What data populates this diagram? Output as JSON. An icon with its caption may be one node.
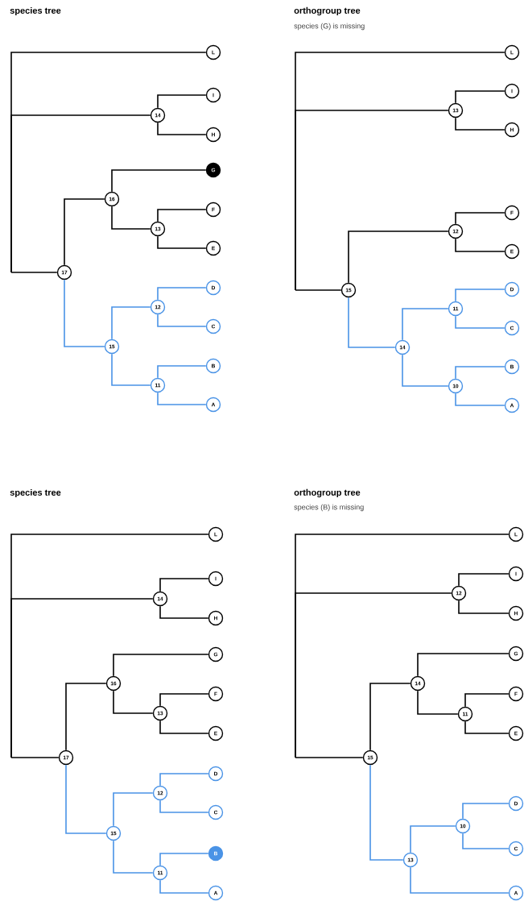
{
  "diagram": {
    "nodes": [
      {
        "text": [
          "L"
        ]
      },
      {
        "text": [
          "I"
        ]
      },
      {
        "text": [
          "14"
        ]
      },
      {
        "text": [
          "H"
        ]
      },
      {
        "text": [
          "G"
        ]
      },
      {
        "text": [
          "16"
        ]
      },
      {
        "text": [
          "F"
        ]
      },
      {
        "text": [
          "13"
        ]
      },
      {
        "text": [
          "E"
        ]
      },
      {
        "text": [
          "17"
        ]
      },
      {
        "text": [
          "D"
        ]
      },
      {
        "text": [
          "12"
        ]
      },
      {
        "text": [
          "C"
        ]
      },
      {
        "text": [
          "15"
        ]
      },
      {
        "text": [
          "B"
        ]
      },
      {
        "text": [
          "11"
        ]
      },
      {
        "text": [
          "A"
        ]
      },
      {
        "text": [
          "L"
        ]
      },
      {
        "text": [
          "I"
        ]
      },
      {
        "text": [
          "13"
        ]
      },
      {
        "text": [
          "H"
        ]
      },
      {
        "text": [
          "F"
        ]
      },
      {
        "text": [
          "12"
        ]
      },
      {
        "text": [
          "E"
        ]
      },
      {
        "text": [
          "15"
        ]
      },
      {
        "text": [
          "D"
        ]
      },
      {
        "text": [
          "11"
        ]
      },
      {
        "text": [
          "C"
        ]
      },
      {
        "text": [
          "14"
        ]
      },
      {
        "text": [
          "B"
        ]
      },
      {
        "text": [
          "10"
        ]
      },
      {
        "text": [
          "A"
        ]
      },
      {
        "text": [
          "L"
        ]
      },
      {
        "text": [
          "I"
        ]
      },
      {
        "text": [
          "14"
        ]
      },
      {
        "text": [
          "H"
        ]
      },
      {
        "text": [
          "G"
        ]
      },
      {
        "text": [
          "16"
        ]
      },
      {
        "text": [
          "F"
        ]
      },
      {
        "text": [
          "13"
        ]
      },
      {
        "text": [
          "E"
        ]
      },
      {
        "text": [
          "17"
        ]
      },
      {
        "text": [
          "D"
        ]
      },
      {
        "text": [
          "12"
        ]
      },
      {
        "text": [
          "C"
        ]
      },
      {
        "text": [
          "15"
        ]
      },
      {
        "text": [
          "B"
        ]
      },
      {
        "text": [
          "11"
        ]
      },
      {
        "text": [
          "A"
        ]
      },
      {
        "text": [
          "L"
        ]
      },
      {
        "text": [
          "I"
        ]
      },
      {
        "text": [
          "12"
        ]
      },
      {
        "text": [
          "H"
        ]
      },
      {
        "text": [
          "G"
        ]
      },
      {
        "text": [
          "14"
        ]
      },
      {
        "text": [
          "F"
        ]
      },
      {
        "text": [
          "11"
        ]
      },
      {
        "text": [
          "E"
        ]
      },
      {
        "text": [
          "15"
        ]
      },
      {
        "text": [
          "D"
        ]
      },
      {
        "text": [
          "10"
        ]
      },
      {
        "text": [
          "C"
        ]
      },
      {
        "text": [
          "13"
        ]
      },
      {
        "text": [
          "A"
        ]
      }
    ],
    "edges": [
      {
        "from": null,
        "to": 0,
        "arrow": "none"
      },
      {
        "from": null,
        "to": 2,
        "arrow": "none"
      },
      {
        "from": null,
        "to": 9,
        "arrow": "none"
      },
      {
        "from": 2,
        "to": 1,
        "arrow": "none"
      },
      {
        "from": 2,
        "to": 3,
        "arrow": "none"
      },
      {
        "from": 9,
        "to": 5,
        "arrow": "none"
      },
      {
        "from": 9,
        "to": 13,
        "arrow": "none",
        "color": "#4a93e6"
      },
      {
        "from": 5,
        "to": 4,
        "arrow": "none"
      },
      {
        "from": 5,
        "to": 7,
        "arrow": "none"
      },
      {
        "from": 7,
        "to": 6,
        "arrow": "none"
      },
      {
        "from": 7,
        "to": 8,
        "arrow": "none"
      },
      {
        "from": 13,
        "to": 11,
        "arrow": "none",
        "color": "#4a93e6"
      },
      {
        "from": 13,
        "to": 15,
        "arrow": "none",
        "color": "#4a93e6"
      },
      {
        "from": 11,
        "to": 10,
        "arrow": "none",
        "color": "#4a93e6"
      },
      {
        "from": 11,
        "to": 12,
        "arrow": "none",
        "color": "#4a93e6"
      },
      {
        "from": 15,
        "to": 14,
        "arrow": "none",
        "color": "#4a93e6"
      },
      {
        "from": 15,
        "to": 16,
        "arrow": "none",
        "color": "#4a93e6"
      },
      {
        "from": null,
        "to": 17,
        "arrow": "none"
      },
      {
        "from": null,
        "to": 19,
        "arrow": "none"
      },
      {
        "from": null,
        "to": 24,
        "arrow": "none"
      },
      {
        "from": 19,
        "to": 18,
        "arrow": "none"
      },
      {
        "from": 19,
        "to": 20,
        "arrow": "none"
      },
      {
        "from": 24,
        "to": 22,
        "arrow": "none"
      },
      {
        "from": 24,
        "to": 28,
        "arrow": "none",
        "color": "#4a93e6"
      },
      {
        "from": 22,
        "to": 21,
        "arrow": "none"
      },
      {
        "from": 22,
        "to": 23,
        "arrow": "none"
      },
      {
        "from": 28,
        "to": 26,
        "arrow": "none",
        "color": "#4a93e6"
      },
      {
        "from": 28,
        "to": 30,
        "arrow": "none",
        "color": "#4a93e6"
      },
      {
        "from": 26,
        "to": 25,
        "arrow": "none",
        "color": "#4a93e6"
      },
      {
        "from": 26,
        "to": 27,
        "arrow": "none",
        "color": "#4a93e6"
      },
      {
        "from": 30,
        "to": 29,
        "arrow": "none",
        "color": "#4a93e6"
      },
      {
        "from": 30,
        "to": 31,
        "arrow": "none",
        "color": "#4a93e6"
      },
      {
        "from": null,
        "to": 32,
        "arrow": "none"
      },
      {
        "from": null,
        "to": 34,
        "arrow": "none"
      },
      {
        "from": null,
        "to": 41,
        "arrow": "none"
      },
      {
        "from": 34,
        "to": 33,
        "arrow": "none"
      },
      {
        "from": 34,
        "to": 35,
        "arrow": "none"
      },
      {
        "from": 41,
        "to": 37,
        "arrow": "none"
      },
      {
        "from": 41,
        "to": 45,
        "arrow": "none",
        "color": "#4a93e6"
      },
      {
        "from": 37,
        "to": 36,
        "arrow": "none"
      },
      {
        "from": 37,
        "to": 39,
        "arrow": "none"
      },
      {
        "from": 39,
        "to": 38,
        "arrow": "none"
      },
      {
        "from": 39,
        "to": 40,
        "arrow": "none"
      },
      {
        "from": 45,
        "to": 43,
        "arrow": "none",
        "color": "#4a93e6"
      },
      {
        "from": 45,
        "to": 47,
        "arrow": "none",
        "color": "#4a93e6"
      },
      {
        "from": 43,
        "to": 42,
        "arrow": "none",
        "color": "#4a93e6"
      },
      {
        "from": 43,
        "to": 44,
        "arrow": "none",
        "color": "#4a93e6"
      },
      {
        "from": 47,
        "to": 46,
        "arrow": "none",
        "color": "#4a93e6"
      },
      {
        "from": 47,
        "to": 48,
        "arrow": "none",
        "color": "#4a93e6"
      },
      {
        "from": null,
        "to": 49,
        "arrow": "none"
      },
      {
        "from": null,
        "to": 51,
        "arrow": "none"
      },
      {
        "from": null,
        "to": 58,
        "arrow": "none"
      },
      {
        "from": 51,
        "to": 50,
        "arrow": "none"
      },
      {
        "from": 51,
        "to": 52,
        "arrow": "none"
      },
      {
        "from": 58,
        "to": 54,
        "arrow": "none"
      },
      {
        "from": 58,
        "to": 62,
        "arrow": "none",
        "color": "#4a93e6"
      },
      {
        "from": 54,
        "to": 53,
        "arrow": "none"
      },
      {
        "from": 54,
        "to": 56,
        "arrow": "none"
      },
      {
        "from": 56,
        "to": 55,
        "arrow": "none"
      },
      {
        "from": 56,
        "to": 57,
        "arrow": "none"
      },
      {
        "from": 62,
        "to": 60,
        "arrow": "none",
        "color": "#4a93e6"
      },
      {
        "from": 62,
        "to": 63,
        "arrow": "none",
        "color": "#4a93e6"
      },
      {
        "from": 60,
        "to": 59,
        "arrow": "none",
        "color": "#4a93e6"
      },
      {
        "from": 60,
        "to": 61,
        "arrow": "none",
        "color": "#4a93e6"
      }
    ],
    "labels": [
      "species tree",
      "orthogroup tree",
      "species (G) is missing",
      "species tree",
      "orthogroup tree",
      "species (B) is missing"
    ]
  }
}
